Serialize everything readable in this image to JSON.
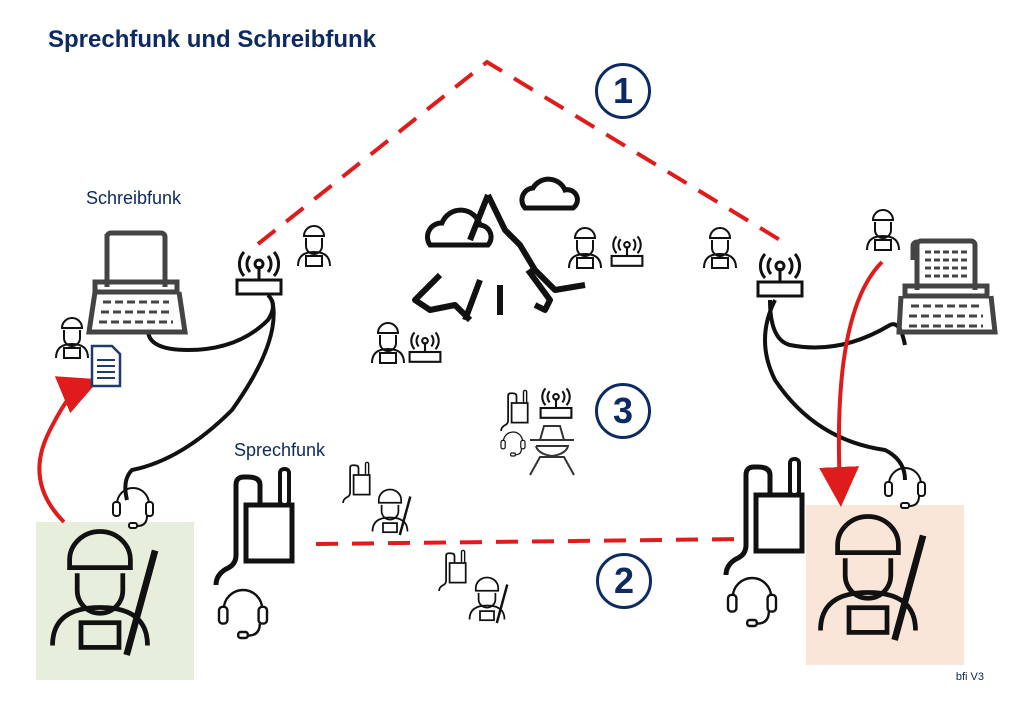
{
  "title": "Sprechfunk und Schreibfunk",
  "labels": {
    "schreibfunk": "Schreibfunk",
    "sprechfunk": "Sprechfunk"
  },
  "markers": [
    "1",
    "2",
    "3"
  ],
  "footer": "bfi V3",
  "colors": {
    "title": "#0d2a63",
    "link": "#e01b1b",
    "left_soldier_bg": "#e8eedc",
    "right_soldier_bg": "#f9e6d8"
  },
  "icons": [
    "typewriter-icon",
    "radio-antenna-icon",
    "operator-icon",
    "document-icon",
    "mountain-icon",
    "cloud-icon",
    "spy-icon",
    "backpack-radio-icon",
    "headset-icon",
    "soldier-icon"
  ]
}
